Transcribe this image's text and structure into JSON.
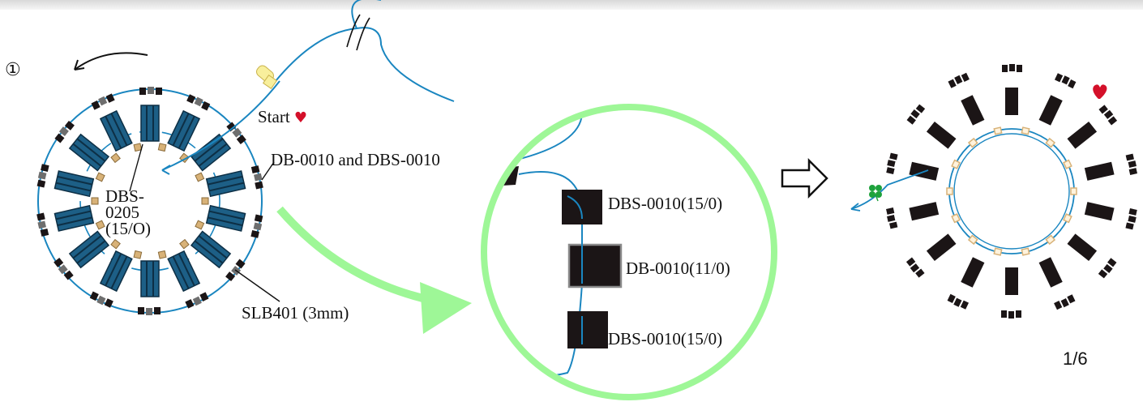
{
  "step_marker": "①",
  "labels": {
    "start": "Start",
    "db_dbs_0010": "DB-0010 and DBS-0010",
    "dbs_0205": "DBS-\n0205\n(15/O)",
    "slb401": "SLB401 (3mm)"
  },
  "zoom_labels": {
    "top": "DBS-0010(15/0)",
    "middle": "DB-0010(11/0)",
    "bottom": "DBS-0010(15/0)"
  },
  "page_number": "1/6",
  "icons": [
    "heart-icon",
    "clover-icon",
    "arrow-right-outline-icon",
    "curved-arrow-icon"
  ],
  "colors": {
    "thread": "#1a86c0",
    "bead_dark": "#1b1516",
    "bead_gray": "#6e6e6e",
    "bugle_teal": "#1d5f86",
    "seed_gold": "#d8b278",
    "zoom_circle": "#9ef797",
    "heart": "#d4102a",
    "clover": "#1ea23c"
  }
}
